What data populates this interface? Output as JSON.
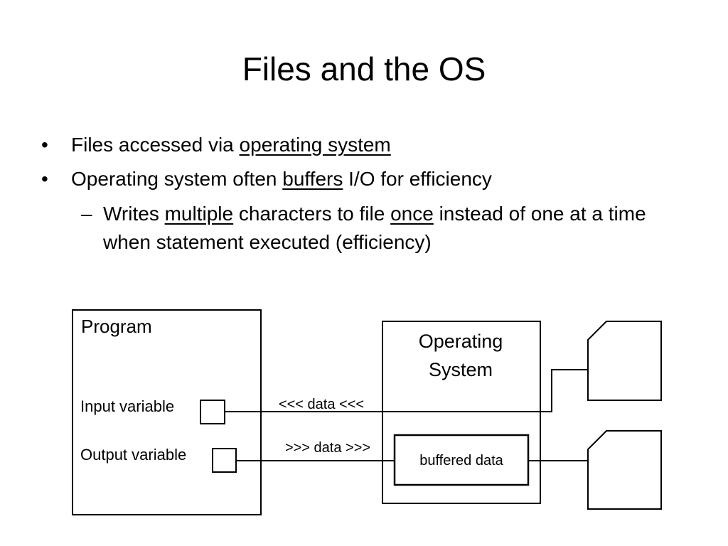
{
  "slide": {
    "title": "Files and the OS"
  },
  "bullets": [
    {
      "marker": "•",
      "parts": [
        "Files accessed via ",
        "operating system",
        ""
      ]
    },
    {
      "marker": "•",
      "parts": [
        "Operating system often ",
        "buffers",
        " I/O for efficiency"
      ]
    }
  ],
  "sub_bullet": {
    "marker": "–",
    "text_1": "Writes ",
    "underline_1": "multiple",
    "text_2": " characters to file ",
    "underline_2": "once",
    "text_3": " instead of one at a time when statement executed (efficiency)"
  },
  "diagram": {
    "program_label": "Program",
    "input_label": "Input variable",
    "output_label": "Output variable",
    "os_label_line1": "Operating",
    "os_label_line2": "System",
    "data_in_label": "<<< data <<<",
    "data_out_label": ">>> data >>>",
    "buffer_label": "buffered data"
  }
}
